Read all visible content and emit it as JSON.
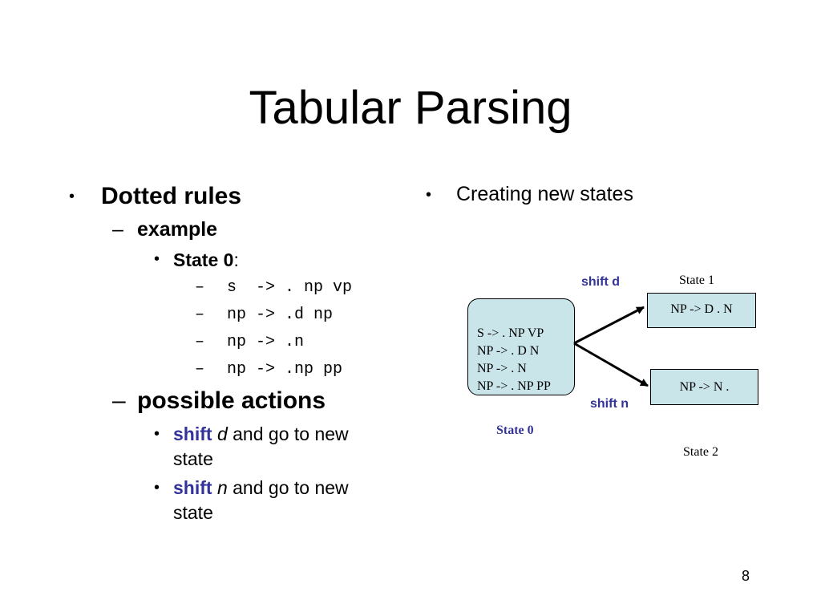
{
  "title": "Tabular Parsing",
  "left": {
    "bullet1": "Dotted rules",
    "example": "example",
    "state0_label": "State 0",
    "state0_colon": ":",
    "rules": [
      "s  -> . np vp",
      "np -> .d np",
      "np -> .n",
      "np -> .np pp"
    ],
    "actions_heading": "possible actions",
    "actions": [
      {
        "verb": "shift",
        "symbol": "d",
        "rest": " and go to new",
        "cont": "state"
      },
      {
        "verb": "shift",
        "symbol": "n",
        "rest": " and go to new",
        "cont": "state"
      }
    ]
  },
  "right": {
    "bullet": "Creating new states",
    "state0_box": [
      "S -> . NP VP",
      "NP -> . D N",
      "NP -> . N",
      "NP -> . NP PP"
    ],
    "state1_box": "NP -> D . N",
    "state2_box": "NP ->  N .",
    "shift_d": "shift d",
    "shift_n": "shift n",
    "state0_caption": "State 0",
    "state1_caption": "State 1",
    "state2_caption": "State 2"
  },
  "page_number": "8",
  "colors": {
    "accent": "#333399",
    "box_fill": "#c9e5ea"
  },
  "markers": {
    "bullet": "•",
    "dash": "–"
  }
}
